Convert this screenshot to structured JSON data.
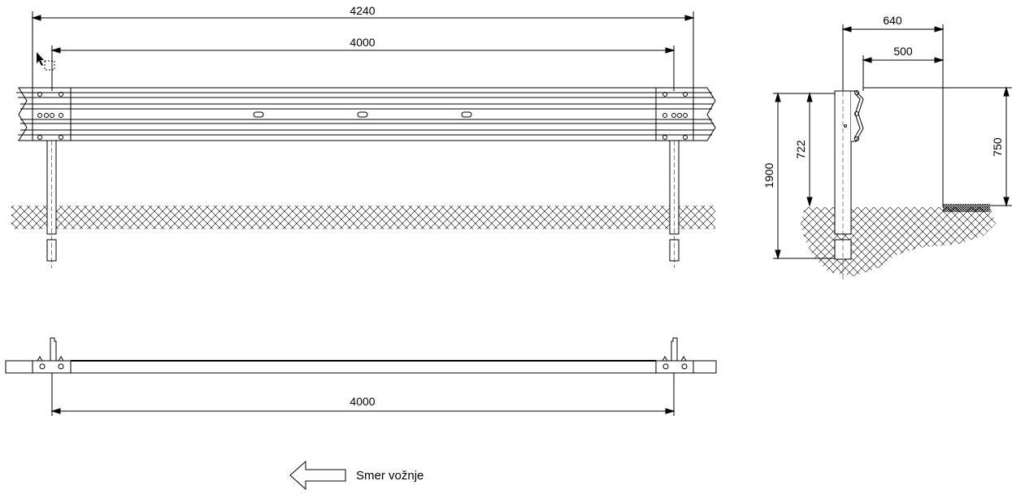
{
  "dimensions": {
    "front_overall": "4240",
    "front_post_spacing": "4000",
    "side_overall_width": "640",
    "side_rail_width": "500",
    "side_post_length": "1900",
    "side_post_height": "722",
    "side_rail_height": "750",
    "plan_post_spacing": "4000"
  },
  "direction_label": "Smer vožnje",
  "colors": {
    "line": "#000000",
    "background": "#ffffff"
  }
}
